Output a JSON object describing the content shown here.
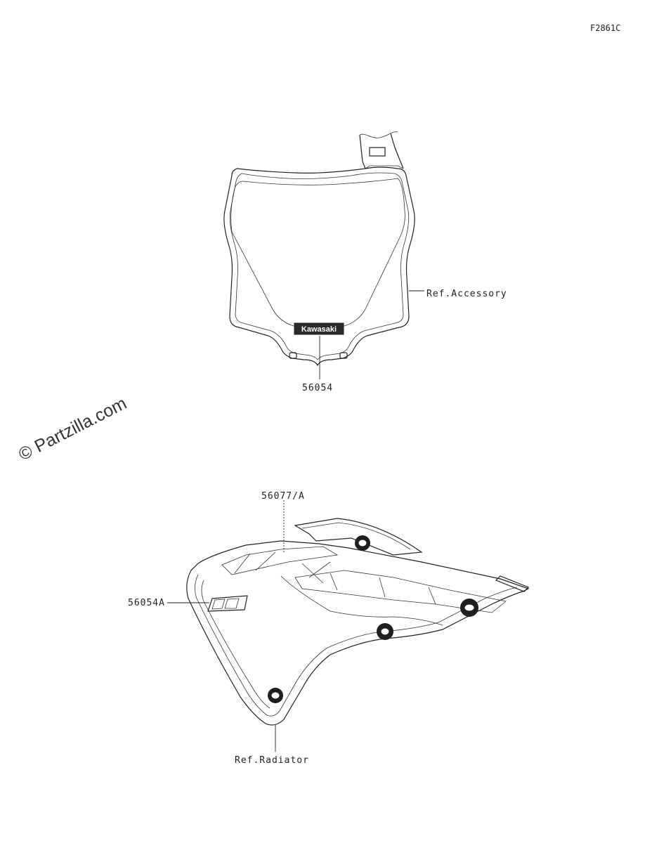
{
  "figure_code": "F2861C",
  "watermark": "© Partzilla.com",
  "logo_text": "Kawasaki",
  "callouts": {
    "number_plate_ref": "Ref.Accessory",
    "number_plate_decal": "56054",
    "shroud_decal_upper": "56077/A",
    "shroud_decal_badge": "56054A",
    "shroud_ref": "Ref.Radiator"
  }
}
